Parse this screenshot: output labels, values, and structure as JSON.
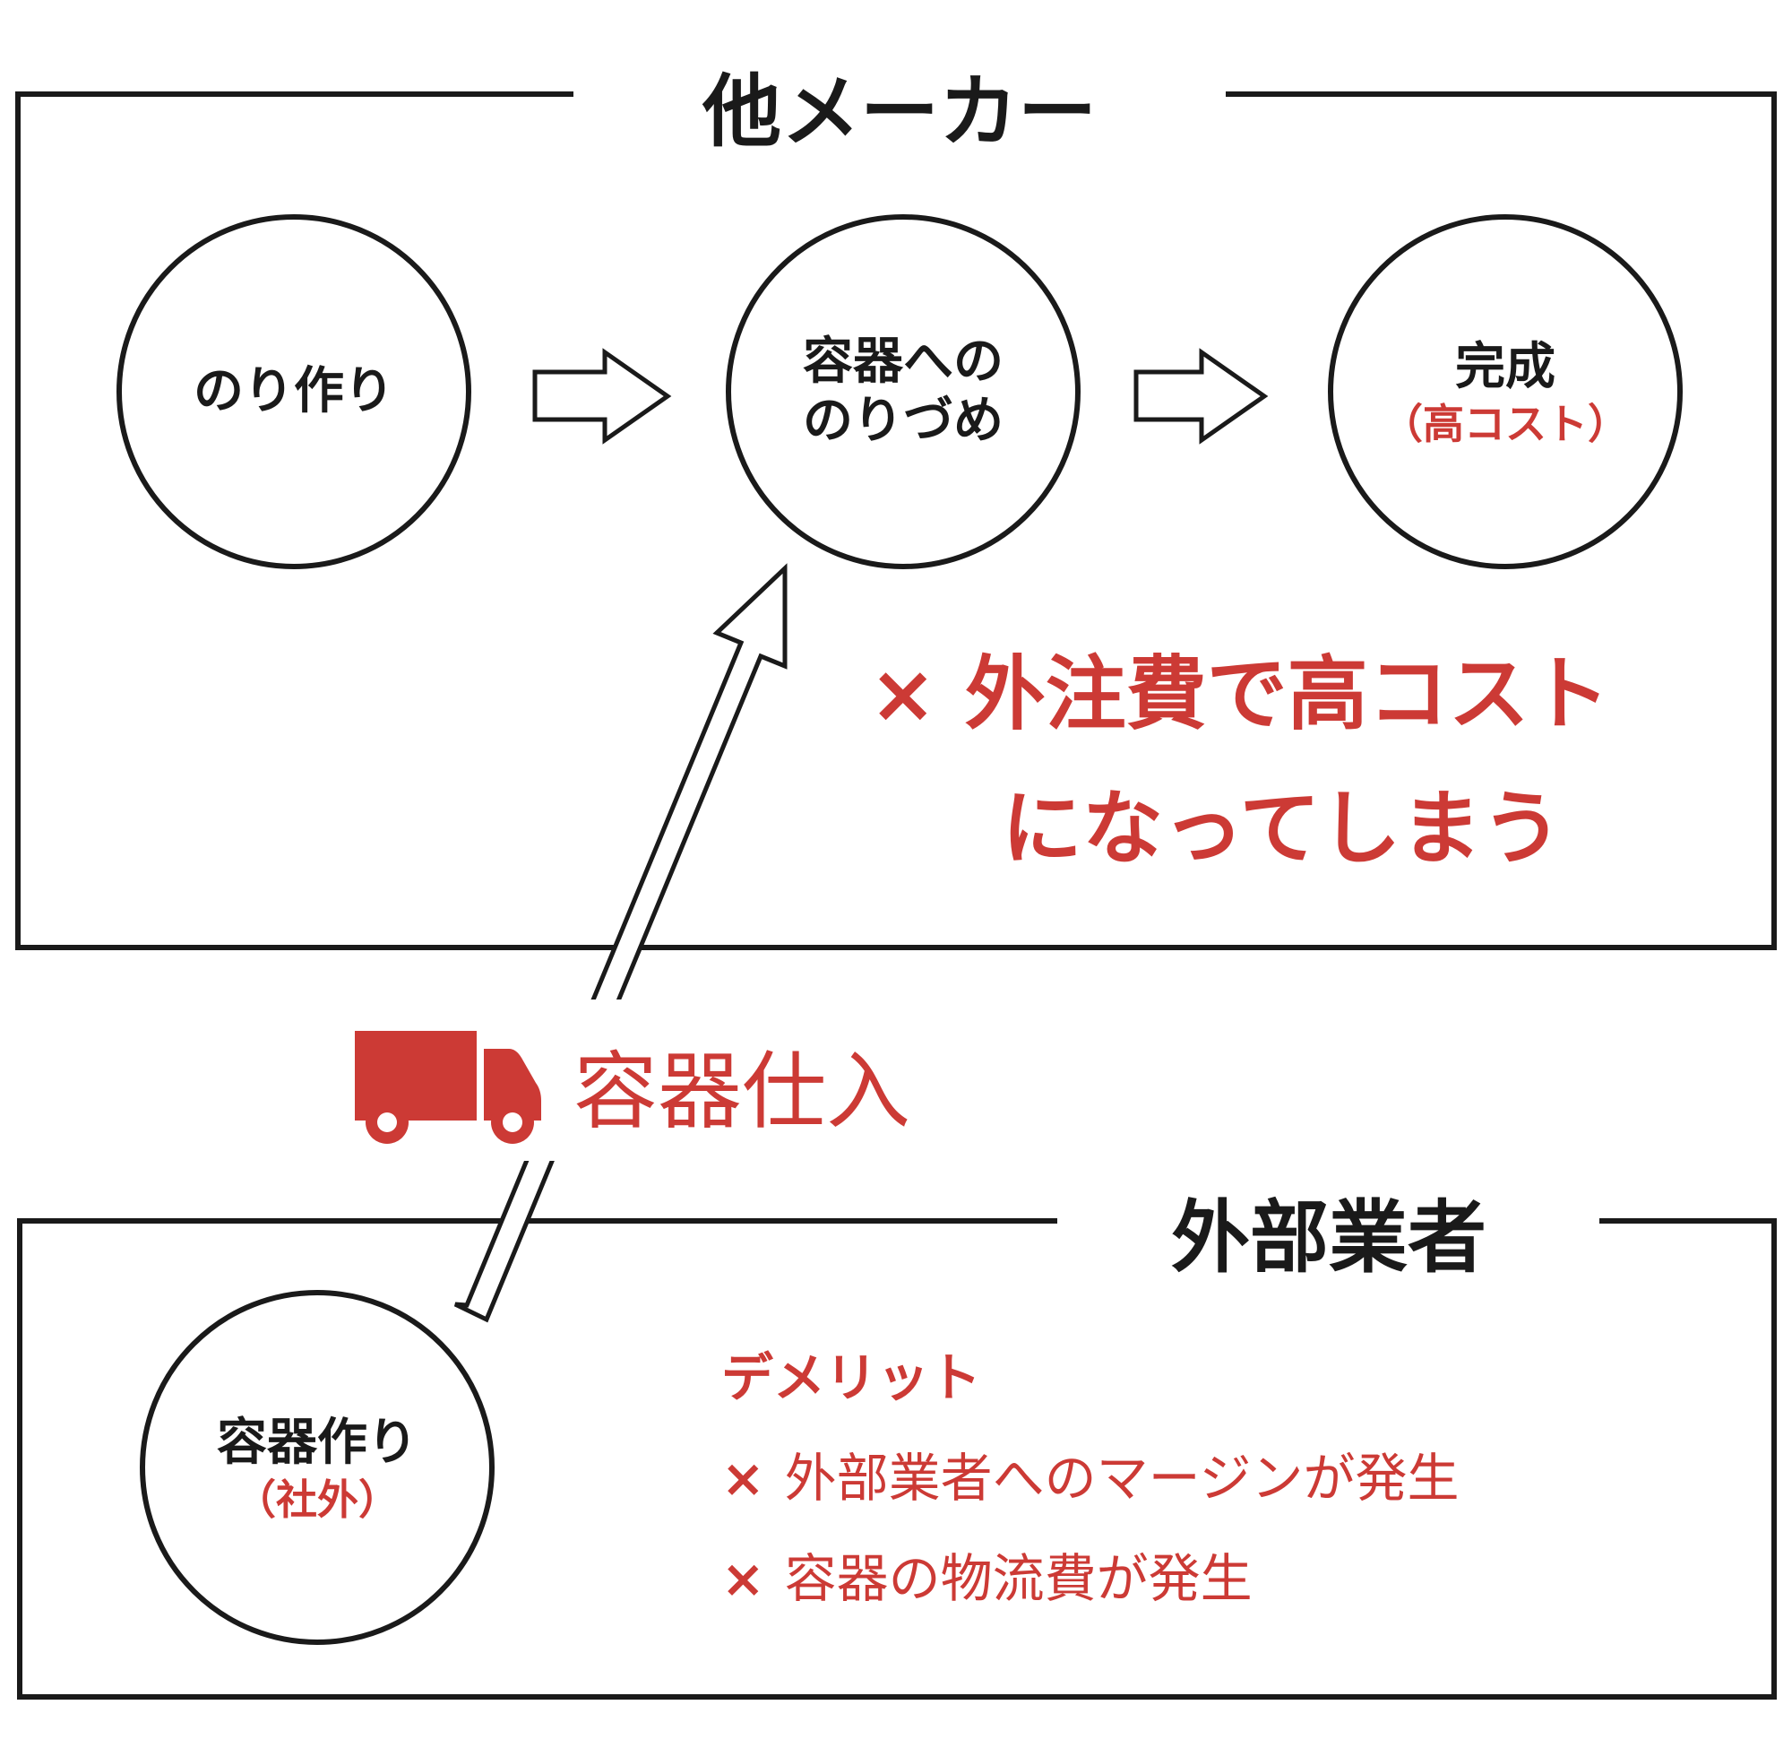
{
  "top_section": {
    "title": "他メーカー",
    "nodes": [
      {
        "line1": "のり作り",
        "line2": "",
        "sub": ""
      },
      {
        "line1": "容器への",
        "line2": "のりづめ",
        "sub": ""
      },
      {
        "line1": "完成",
        "line2": "",
        "sub": "（高コスト）"
      }
    ],
    "note_line1": "× 外注費で高コスト",
    "note_line2": "になってしまう"
  },
  "transfer": {
    "label": "容器仕入",
    "icon": "truck-icon"
  },
  "bottom_section": {
    "title": "外部業者",
    "node": {
      "line1": "容器作り",
      "sub": "（社外）"
    },
    "demerits_heading": "デメリット",
    "demerits": [
      {
        "mark": "×",
        "text": "外部業者へのマージンが発生"
      },
      {
        "mark": "×",
        "text": "容器の物流費が発生"
      }
    ]
  },
  "colors": {
    "accent_red": "#cc3a35",
    "ink": "#1a1a1a"
  }
}
